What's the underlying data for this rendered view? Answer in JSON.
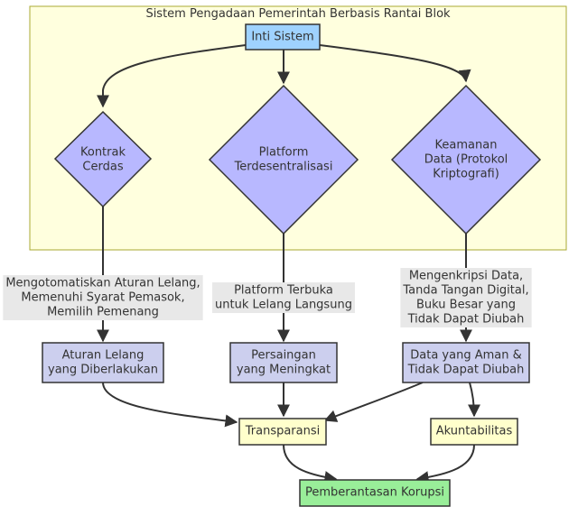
{
  "subgraph": {
    "title": "Sistem Pengadaan Pemerintah Berbasis Rantai Blok"
  },
  "nodes": {
    "core": {
      "lines": [
        "Inti Sistem"
      ]
    },
    "smart_contract": {
      "lines": [
        "Kontrak",
        "Cerdas"
      ]
    },
    "platform": {
      "lines": [
        "Platform",
        "Terdesentralisasi"
      ]
    },
    "security": {
      "lines": [
        "Keamanan",
        "Data (Protokol",
        "Kriptografi)"
      ]
    },
    "rules": {
      "lines": [
        "Aturan Lelang",
        "yang Diberlakukan"
      ]
    },
    "competition": {
      "lines": [
        "Persaingan",
        "yang Meningkat"
      ]
    },
    "secure_data": {
      "lines": [
        "Data yang Aman &",
        "Tidak Dapat Diubah"
      ]
    },
    "transparency": {
      "lines": [
        "Transparansi"
      ]
    },
    "accountability": {
      "lines": [
        "Akuntabilitas"
      ]
    },
    "anti_corruption": {
      "lines": [
        "Pemberantasan Korupsi"
      ]
    }
  },
  "edge_labels": {
    "smart_contract_rules": [
      "Mengotomatiskan Aturan Lelang,",
      "Memenuhi Syarat Pemasok,",
      "Memilih Pemenang"
    ],
    "platform_competition": [
      "Platform Terbuka",
      "untuk Lelang Langsung"
    ],
    "security_data": [
      "Mengenkripsi Data,",
      "Tanda Tangan Digital,",
      "Buku Besar yang",
      "Tidak Dapat Diubah"
    ]
  },
  "colors": {
    "subgraph_fill": "#ffffde",
    "subgraph_stroke": "#aaaa33",
    "core_fill": "#9fd2ff",
    "diamond_fill": "#b8b8ff",
    "outcome_fill": "#cccfee",
    "result_fill": "#ffffcc",
    "final_fill": "#99ee99",
    "stroke": "#333333"
  }
}
